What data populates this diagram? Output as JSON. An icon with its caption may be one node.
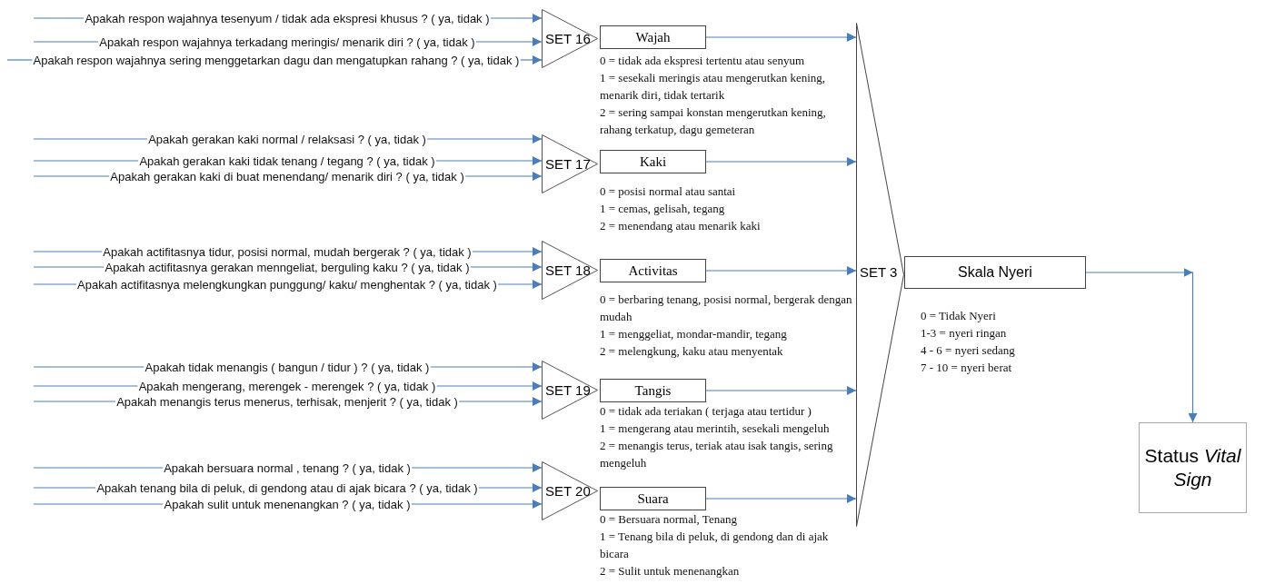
{
  "diagram": {
    "nodes": [
      {
        "text": [
          "Apakah respon wajahnya tesenyum / tidak ada ekspresi khusus ? ( ya, tidak )"
        ]
      },
      {
        "text": [
          "Apakah respon wajahnya terkadang meringis/ menarik diri ? ( ya, tidak )"
        ]
      },
      {
        "text": [
          "Apakah respon wajahnya sering menggetarkan dagu dan mengatupkan rahang ? ( ya, tidak )"
        ]
      },
      {
        "text": [
          "SET 16"
        ]
      },
      {
        "text": [
          "Wajah"
        ],
        "beside": [
          "0 = tidak ada ekspresi tertentu atau senyum",
          "1 = sesekali meringis atau mengerutkan kening, menarik diri, tidak tertarik",
          "2 = sering sampai konstan mengerutkan kening, rahang terkatup, dagu gemeteran"
        ]
      },
      {
        "text": [
          "Apakah gerakan kaki normal / relaksasi  ? ( ya, tidak )"
        ]
      },
      {
        "text": [
          "Apakah gerakan kaki tidak tenang / tegang  ? ( ya, tidak )"
        ]
      },
      {
        "text": [
          "Apakah gerakan kaki di buat menendang/ menarik diri  ? ( ya, tidak )"
        ]
      },
      {
        "text": [
          "SET 17"
        ]
      },
      {
        "text": [
          "Kaki"
        ],
        "beside": [
          "0 = posisi normal atau santai",
          "1 = cemas, gelisah, tegang",
          "2 = menendang atau menarik kaki"
        ]
      },
      {
        "text": [
          "Apakah actifitasnya tidur, posisi normal, mudah bergerak  ? ( ya, tidak )"
        ]
      },
      {
        "text": [
          "Apakah actifitasnya gerakan menngeliat, berguling kaku ? ( ya, tidak )"
        ]
      },
      {
        "text": [
          "Apakah actifitasnya melengkungkan punggung/ kaku/ menghentak ? ( ya, tidak )"
        ]
      },
      {
        "text": [
          "SET 18"
        ]
      },
      {
        "text": [
          "Activitas"
        ],
        "beside": [
          "0 = berbaring tenang, posisi normal, bergerak dengan mudah",
          "1 = menggeliat, mondar-mandir, tegang",
          "2 = melengkung, kaku atau menyentak"
        ]
      },
      {
        "text": [
          "Apakah tidak menangis ( bangun / tidur )  ? ( ya, tidak )"
        ]
      },
      {
        "text": [
          "Apakah mengerang, merengek - merengek  ? ( ya, tidak )"
        ]
      },
      {
        "text": [
          "Apakah menangis terus menerus, terhisak, menjerit  ? ( ya, tidak )"
        ]
      },
      {
        "text": [
          "SET 19"
        ]
      },
      {
        "text": [
          "Tangis"
        ],
        "beside": [
          "0 = tidak ada teriakan ( terjaga atau tertidur )",
          "1 = mengerang atau merintih, sesekali mengeluh",
          "2 = menangis terus, teriak atau isak tangis, sering mengeluh"
        ]
      },
      {
        "text": [
          "Apakah bersuara normal , tenang  ? ( ya, tidak )"
        ]
      },
      {
        "text": [
          "Apakah tenang bila di peluk, di gendong atau di ajak bicara  ? ( ya, tidak )"
        ]
      },
      {
        "text": [
          "Apakah sulit untuk menenangkan  ? ( ya, tidak )"
        ]
      },
      {
        "text": [
          "SET 20"
        ]
      },
      {
        "text": [
          "Suara"
        ],
        "beside": [
          "0 = Bersuara normal, Tenang",
          "1 = Tenang bila di peluk, di gendong dan di ajak bicara",
          "2 = Sulit untuk menenangkan"
        ]
      },
      {
        "text": [
          "SET 3"
        ]
      },
      {
        "text": [
          "Skala Nyeri"
        ],
        "beside": [
          "0 =  Tidak Nyeri",
          "1-3 = nyeri ringan",
          "4 - 6 = nyeri sedang",
          "7 - 10 = nyeri berat"
        ]
      },
      {
        "text": [
          "Status *Vital Sign*"
        ]
      }
    ],
    "edges": [
      {
        "from": 0,
        "to": 3,
        "arrow": "to"
      },
      {
        "from": 1,
        "to": 3,
        "arrow": "to"
      },
      {
        "from": 2,
        "to": 3,
        "arrow": "to"
      },
      {
        "from": 4,
        "to": 25,
        "arrow": "to"
      },
      {
        "from": 5,
        "to": 8,
        "arrow": "to"
      },
      {
        "from": 6,
        "to": 8,
        "arrow": "to"
      },
      {
        "from": 7,
        "to": 8,
        "arrow": "to"
      },
      {
        "from": 9,
        "to": 25,
        "arrow": "to"
      },
      {
        "from": 10,
        "to": 13,
        "arrow": "to"
      },
      {
        "from": 11,
        "to": 13,
        "arrow": "to"
      },
      {
        "from": 12,
        "to": 13,
        "arrow": "to"
      },
      {
        "from": 14,
        "to": 25,
        "arrow": "to"
      },
      {
        "from": 15,
        "to": 18,
        "arrow": "to"
      },
      {
        "from": 16,
        "to": 18,
        "arrow": "to"
      },
      {
        "from": 17,
        "to": 18,
        "arrow": "to"
      },
      {
        "from": 19,
        "to": 25,
        "arrow": "to"
      },
      {
        "from": 20,
        "to": 23,
        "arrow": "to"
      },
      {
        "from": 21,
        "to": 23,
        "arrow": "to"
      },
      {
        "from": 22,
        "to": 23,
        "arrow": "to"
      },
      {
        "from": 24,
        "to": 25,
        "arrow": "to"
      },
      {
        "from": 26,
        "to": 27,
        "arrow": "to"
      }
    ]
  }
}
